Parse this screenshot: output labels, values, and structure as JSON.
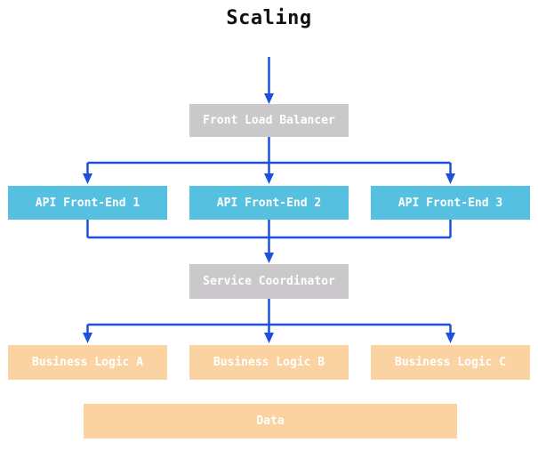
{
  "diagram": {
    "title": "Scaling",
    "nodes": {
      "front_load_balancer": {
        "label": "Front Load Balancer",
        "type": "gray"
      },
      "api_front_end_1": {
        "label": "API Front-End 1",
        "type": "blue"
      },
      "api_front_end_2": {
        "label": "API Front-End 2",
        "type": "blue"
      },
      "api_front_end_3": {
        "label": "API Front-End 3",
        "type": "blue"
      },
      "service_coordinator": {
        "label": "Service Coordinator",
        "type": "gray"
      },
      "business_logic_a": {
        "label": "Business Logic A",
        "type": "orange"
      },
      "business_logic_b": {
        "label": "Business Logic B",
        "type": "orange"
      },
      "business_logic_c": {
        "label": "Business Logic C",
        "type": "orange"
      },
      "data": {
        "label": "Data",
        "type": "orange"
      }
    },
    "edges": [
      {
        "from": "start",
        "to": "Front Load Balancer"
      },
      {
        "from": "Front Load Balancer",
        "to": "API Front-End 1"
      },
      {
        "from": "Front Load Balancer",
        "to": "API Front-End 2"
      },
      {
        "from": "Front Load Balancer",
        "to": "API Front-End 3"
      },
      {
        "from": "API Front-End 1",
        "to": "Service Coordinator"
      },
      {
        "from": "API Front-End 2",
        "to": "Service Coordinator"
      },
      {
        "from": "API Front-End 3",
        "to": "Service Coordinator"
      },
      {
        "from": "Service Coordinator",
        "to": "Business Logic A"
      },
      {
        "from": "Service Coordinator",
        "to": "Business Logic B"
      },
      {
        "from": "Service Coordinator",
        "to": "Business Logic C"
      }
    ],
    "colors": {
      "gray_node": "#cbc8cb",
      "blue_node": "#55c0e0",
      "orange_node": "#fbd3a3",
      "arrow": "#1d50dc",
      "node_text": "#ffffff",
      "title_text": "#111111",
      "background": "#ffffff"
    }
  }
}
